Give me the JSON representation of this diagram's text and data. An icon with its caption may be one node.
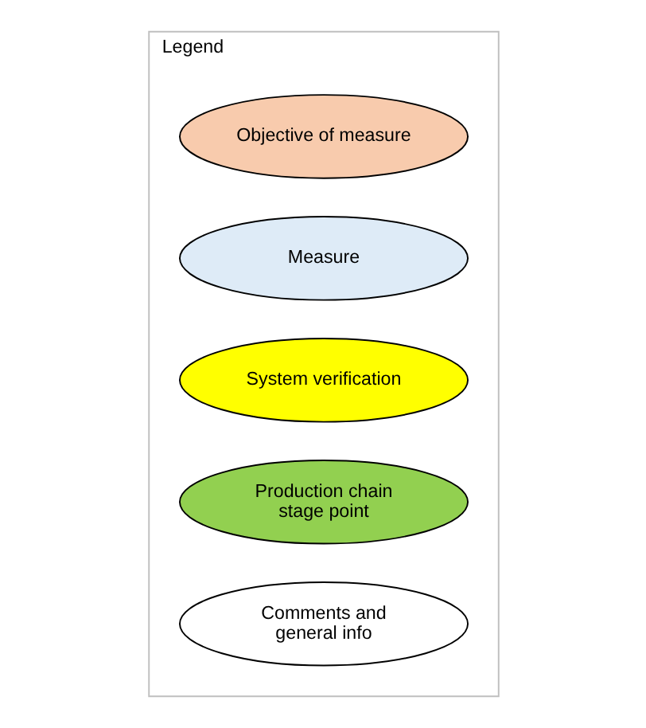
{
  "diagram": {
    "nodes": [
      {
        "text": [
          "Legend"
        ]
      },
      {
        "text": [
          "Objective of measure"
        ],
        "in": 0
      },
      {
        "text": [
          "Measure"
        ],
        "in": 0
      },
      {
        "text": [
          "System verification"
        ],
        "in": 0
      },
      {
        "text": [
          "Production chain stage point"
        ],
        "in": 0
      },
      {
        "text": [
          "Comments and general info"
        ],
        "in": 0
      }
    ]
  }
}
